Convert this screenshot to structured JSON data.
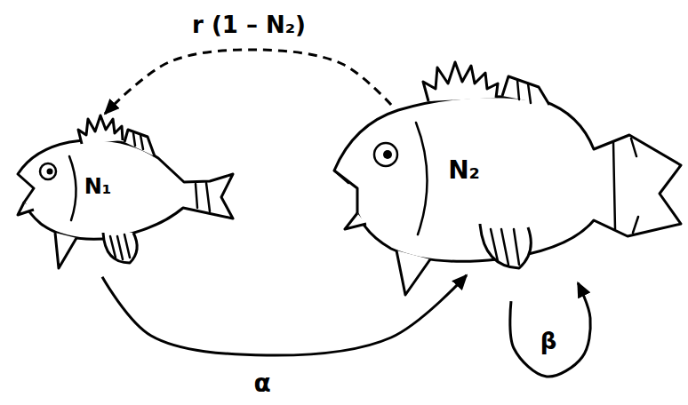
{
  "diagram": {
    "nodes": [
      {
        "text": [
          "N₁"
        ]
      },
      {
        "text": [
          "N₂"
        ]
      }
    ],
    "edges": [
      {
        "from": 1,
        "to": 0,
        "arrow": "to",
        "label": "r (1 – N₂)"
      },
      {
        "from": 0,
        "to": 1,
        "arrow": "to",
        "label": "α"
      },
      {
        "from": 1,
        "to": 1,
        "arrow": "to",
        "label": "β"
      }
    ]
  }
}
